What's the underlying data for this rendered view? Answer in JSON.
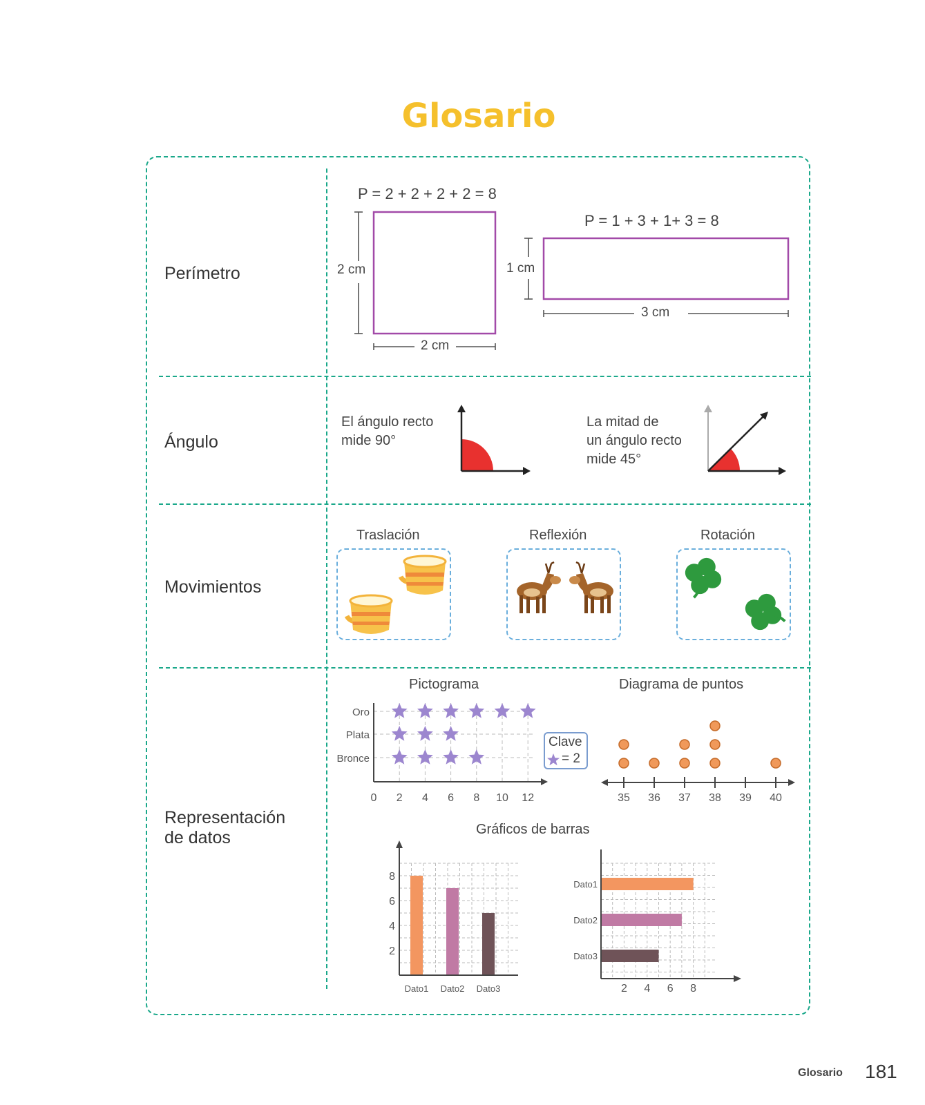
{
  "page_title": "Glosario",
  "terms": {
    "perimetro": "Perímetro",
    "angulo": "Ángulo",
    "movimientos": "Movimientos",
    "representacion_1": "Representación",
    "representacion_2": "de datos"
  },
  "perimeter": {
    "square_formula": "P = 2 + 2 + 2 + 2 = 8",
    "square_side": "2 cm",
    "square_base": "2 cm",
    "rect_formula": "P = 1 + 3 + 1+ 3 = 8",
    "rect_height": "1 cm",
    "rect_base": "3 cm"
  },
  "angles": {
    "right_line1": "El ángulo recto",
    "right_line2": "mide 90°",
    "half_line1": "La mitad de",
    "half_line2": "un ángulo recto",
    "half_line3": "mide 45°"
  },
  "movements": {
    "translation": "Traslación",
    "reflection": "Reflexión",
    "rotation": "Rotación"
  },
  "data_repr": {
    "pictogram_title": "Pictograma",
    "dotplot_title": "Diagrama de puntos",
    "bars_title": "Gráficos de barras",
    "key_label": "Clave",
    "key_value": "= 2"
  },
  "colors": {
    "title": "#f5c02c",
    "dashed": "#1aa88a",
    "shape_outline": "#a24aa8",
    "angle_fill": "#e8312f",
    "star": "#9c86cf",
    "dot": "#f0995a",
    "bar1": "#f39660",
    "bar2": "#c07aa4",
    "bar3": "#6f5358"
  },
  "chart_data": [
    {
      "type": "pictogram",
      "title": "Pictograma",
      "categories": [
        "Oro",
        "Plata",
        "Bronce"
      ],
      "values": [
        12,
        6,
        8
      ],
      "x_ticks": [
        0,
        2,
        4,
        6,
        8,
        10,
        12
      ],
      "key": "Clave",
      "key_value": "= 2"
    },
    {
      "type": "scatter",
      "title": "Diagrama de puntos",
      "x_ticks": [
        35,
        36,
        37,
        38,
        39,
        40
      ],
      "counts": [
        {
          "x": 35,
          "n": 2
        },
        {
          "x": 36,
          "n": 1
        },
        {
          "x": 37,
          "n": 2
        },
        {
          "x": 38,
          "n": 3
        },
        {
          "x": 39,
          "n": 0
        },
        {
          "x": 40,
          "n": 1
        }
      ]
    },
    {
      "type": "bar",
      "categories": [
        "Dato1",
        "Dato2",
        "Dato3"
      ],
      "values": [
        8,
        7,
        5
      ],
      "y_ticks": [
        2,
        4,
        6,
        8
      ]
    },
    {
      "type": "bar",
      "orientation": "horizontal",
      "categories": [
        "Dato1",
        "Dato2",
        "Dato3"
      ],
      "values": [
        8,
        7,
        5
      ],
      "x_ticks": [
        2,
        4,
        6,
        8
      ]
    }
  ],
  "footer": {
    "label": "Glosario",
    "page_number": "181"
  }
}
